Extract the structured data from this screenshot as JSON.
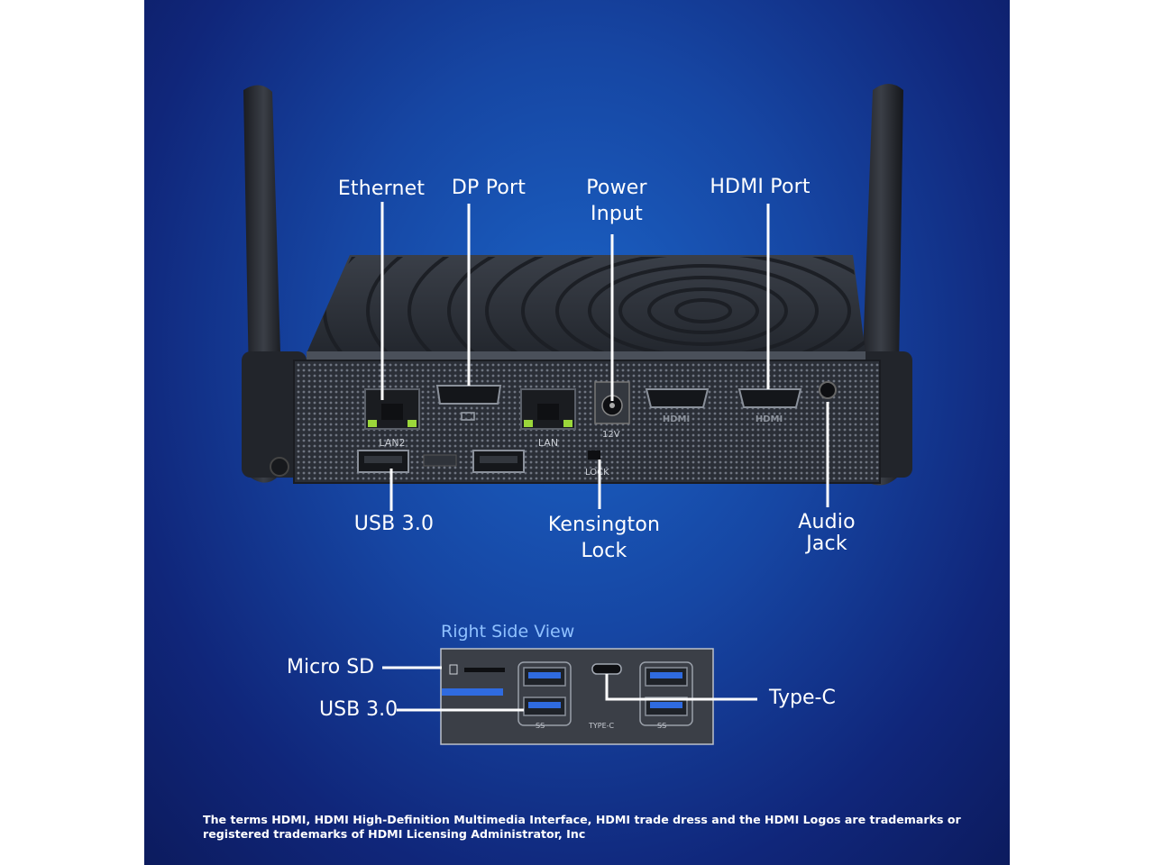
{
  "callouts": {
    "ethernet": "Ethernet",
    "dp_port": "DP Port",
    "power_input": "Power\nInput",
    "hdmi_port": "HDMI Port",
    "usb_front": "USB 3.0",
    "kensington": "Kensington\nLock",
    "audio": "Audio\nJack"
  },
  "side_view": {
    "title": "Right Side View",
    "micro_sd": "Micro SD",
    "usb": "USB 3.0",
    "typec": "Type-C"
  },
  "port_marks": {
    "lan2": "LAN2",
    "lan": "LAN",
    "volt": "12V",
    "lock": "LOCK",
    "hdmi1": "HDMI",
    "hdmi2": "HDMI",
    "ss1": "SS",
    "ss2": "SS",
    "typec_mark": "TYPE-C"
  },
  "footnote": "The terms HDMI, HDMI High-Definition Multimedia Interface, HDMI trade dress and the HDMI Logos are trademarks or registered trademarks of HDMI Licensing Administrator, Inc",
  "colors": {
    "background": "#1646a3",
    "accent": "#2f6be0",
    "device": "#2a2e36"
  }
}
